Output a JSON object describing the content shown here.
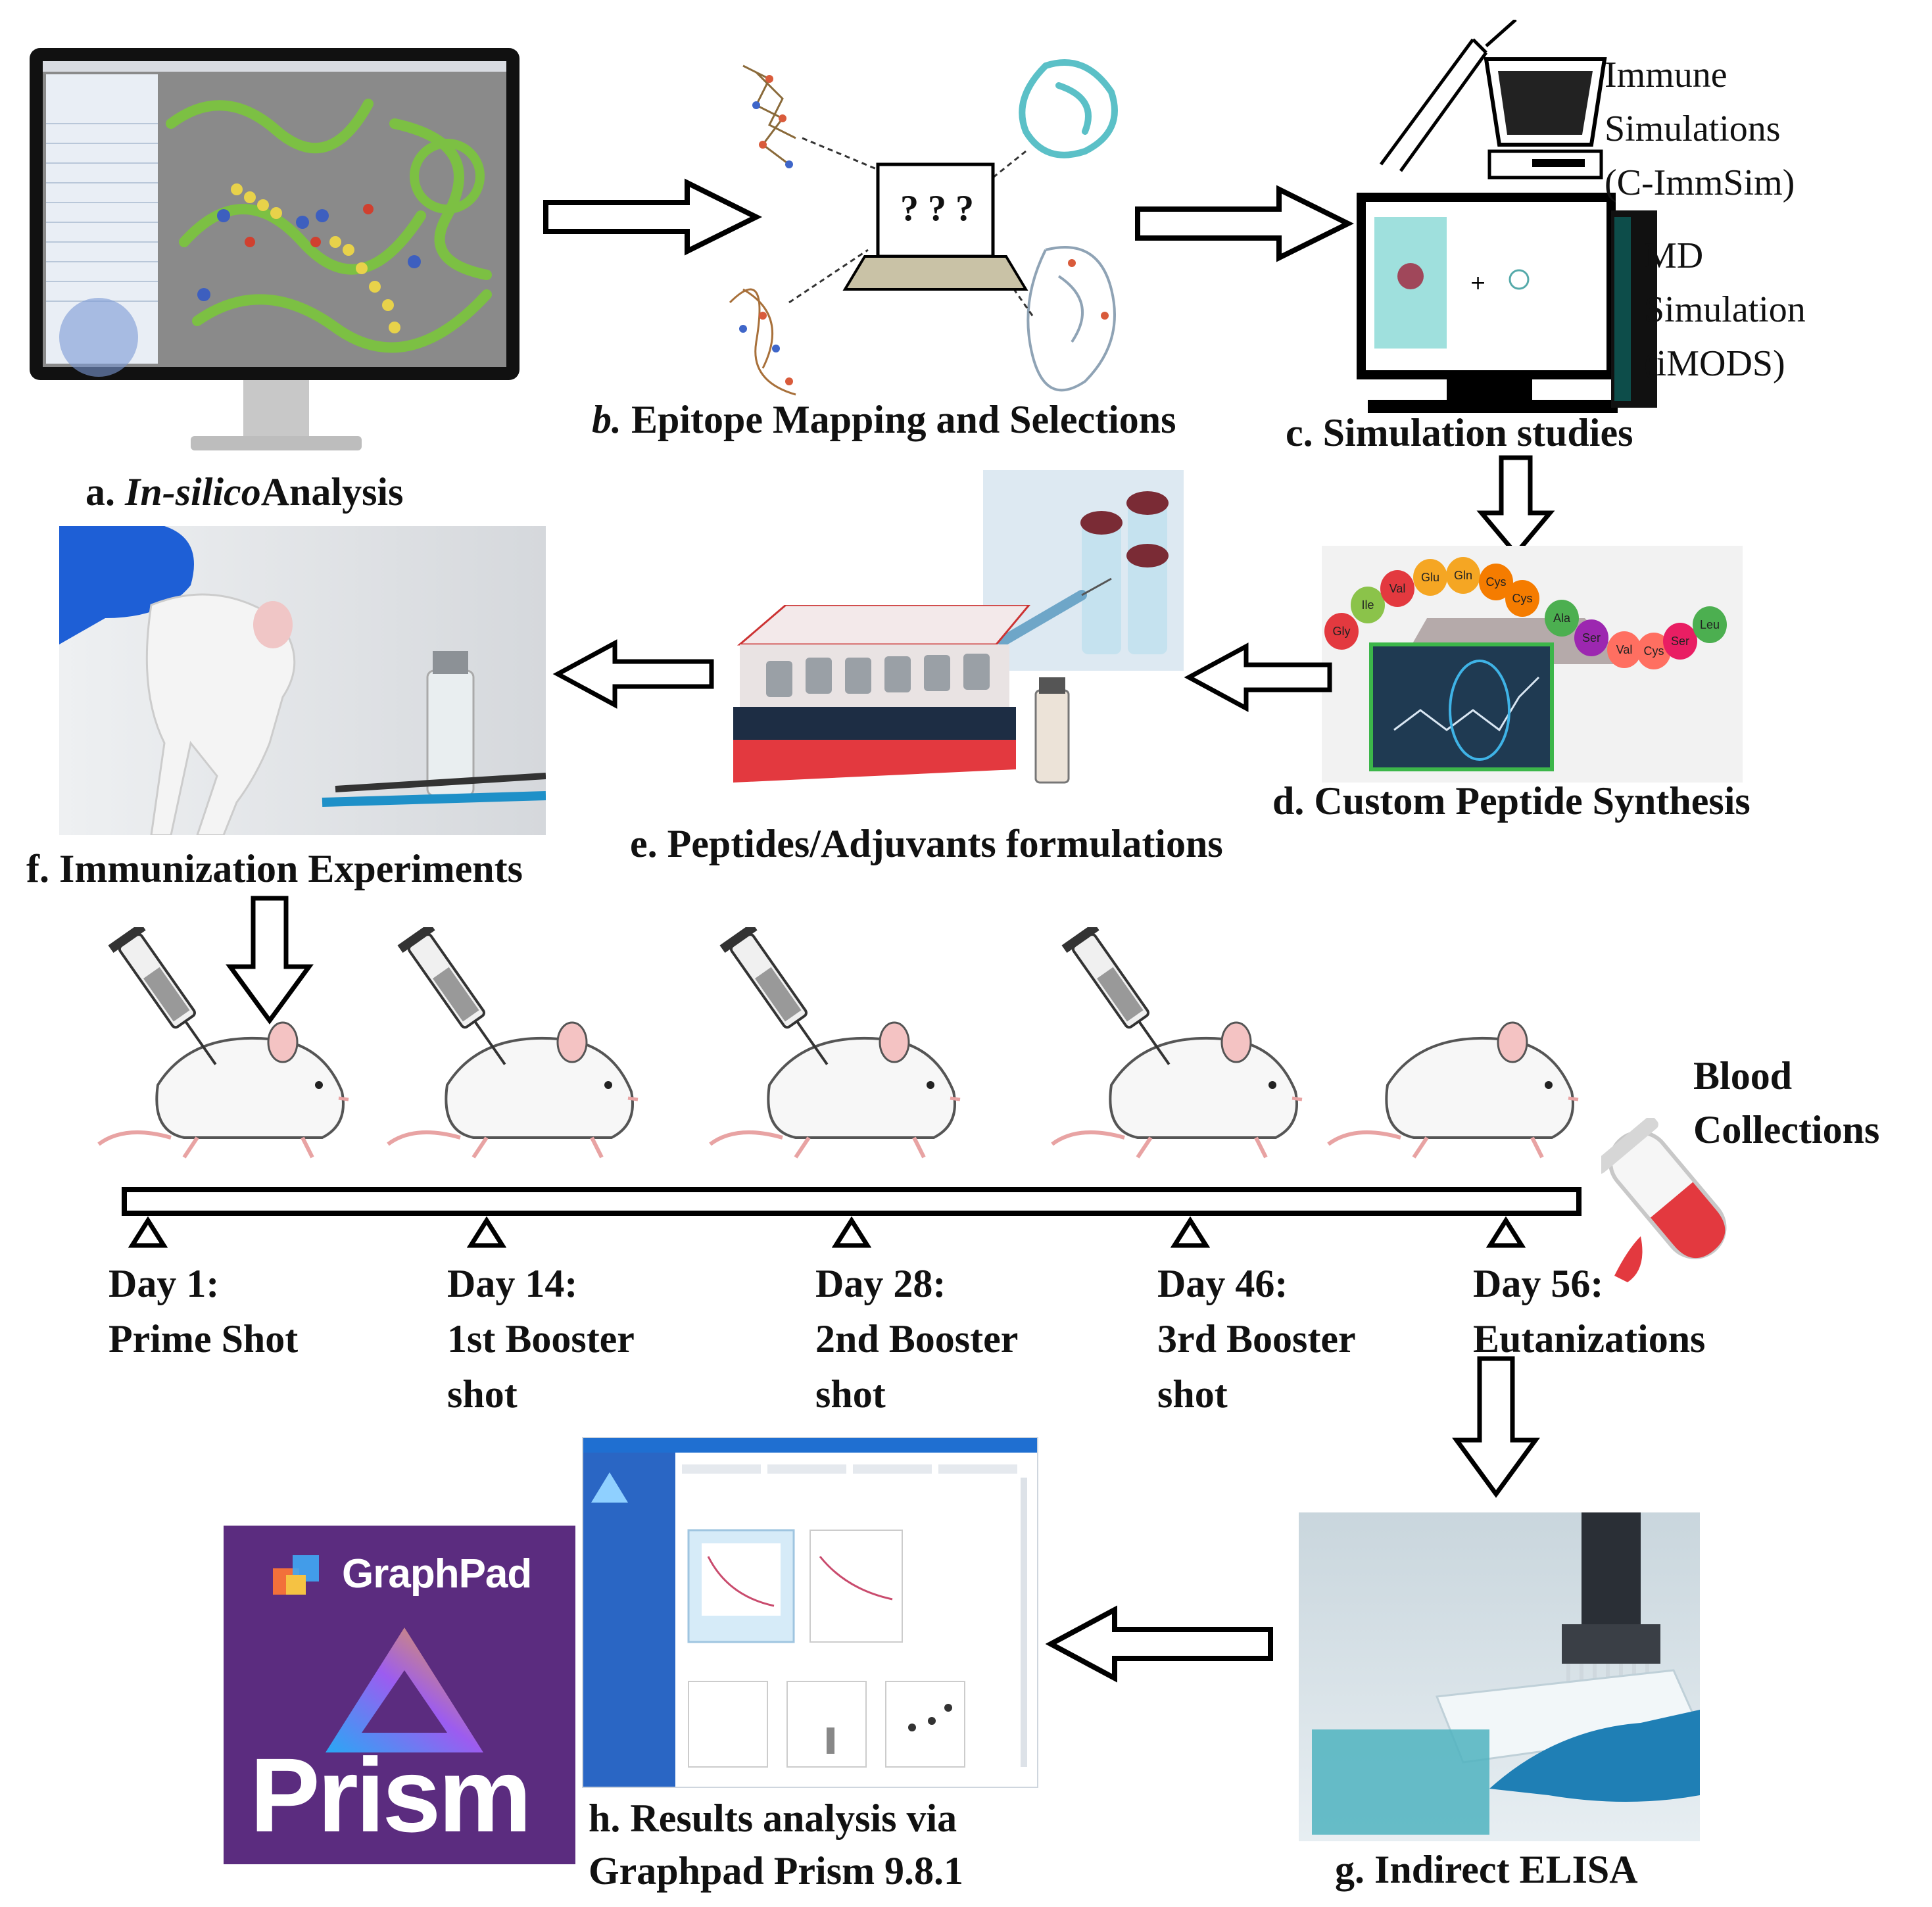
{
  "steps": {
    "a": {
      "prefix": "a.",
      "italic": "In-silico",
      "rest": "Analysis"
    },
    "b": {
      "prefix": "b.",
      "rest": "Epitope Mapping and Selections"
    },
    "c": {
      "label": "c. Simulation studies"
    },
    "d": {
      "label": "d. Custom Peptide Synthesis"
    },
    "e": {
      "label": "e. Peptides/Adjuvants formulations"
    },
    "f": {
      "label": "f. Immunization Experiments"
    },
    "g": {
      "label": "g. Indirect ELISA"
    },
    "h": {
      "line1": "h. Results analysis via",
      "line2": "Graphpad Prism 9.8.1"
    }
  },
  "simulation_labels": {
    "immune": [
      "Immune",
      "Simulations",
      "(C-ImmSim)"
    ],
    "md": [
      "MD",
      "Simulation",
      "(iMODS)"
    ]
  },
  "laptop_text": "? ? ?",
  "timeline": [
    {
      "day": "Day 1:",
      "line2": "Prime Shot",
      "line3": ""
    },
    {
      "day": "Day 14:",
      "line2": "1st Booster",
      "line3": "shot"
    },
    {
      "day": "Day 28:",
      "line2": "2nd Booster",
      "line3": "shot"
    },
    {
      "day": "Day 46:",
      "line2": "3rd Booster",
      "line3": "shot"
    },
    {
      "day": "Day 56:",
      "line2": "Eutanizations",
      "line3": ""
    }
  ],
  "blood": [
    "Blood",
    "Collections"
  ],
  "peptide_beads": [
    "Gly",
    "Ile",
    "Val",
    "Glu",
    "Gln",
    "Cys",
    "Cys",
    "Ala",
    "Ser",
    "Val",
    "Cys",
    "Ser",
    "Leu"
  ],
  "prism_logo": {
    "brand": "GraphPad",
    "product": "Prism"
  },
  "colors": {
    "prism_purple": "#5b2c7f",
    "elisa_teal": "#4fb3bf",
    "glove_blue": "#1e5fd6",
    "protein_green": "#7cc043",
    "blood_red": "#e3393f"
  }
}
